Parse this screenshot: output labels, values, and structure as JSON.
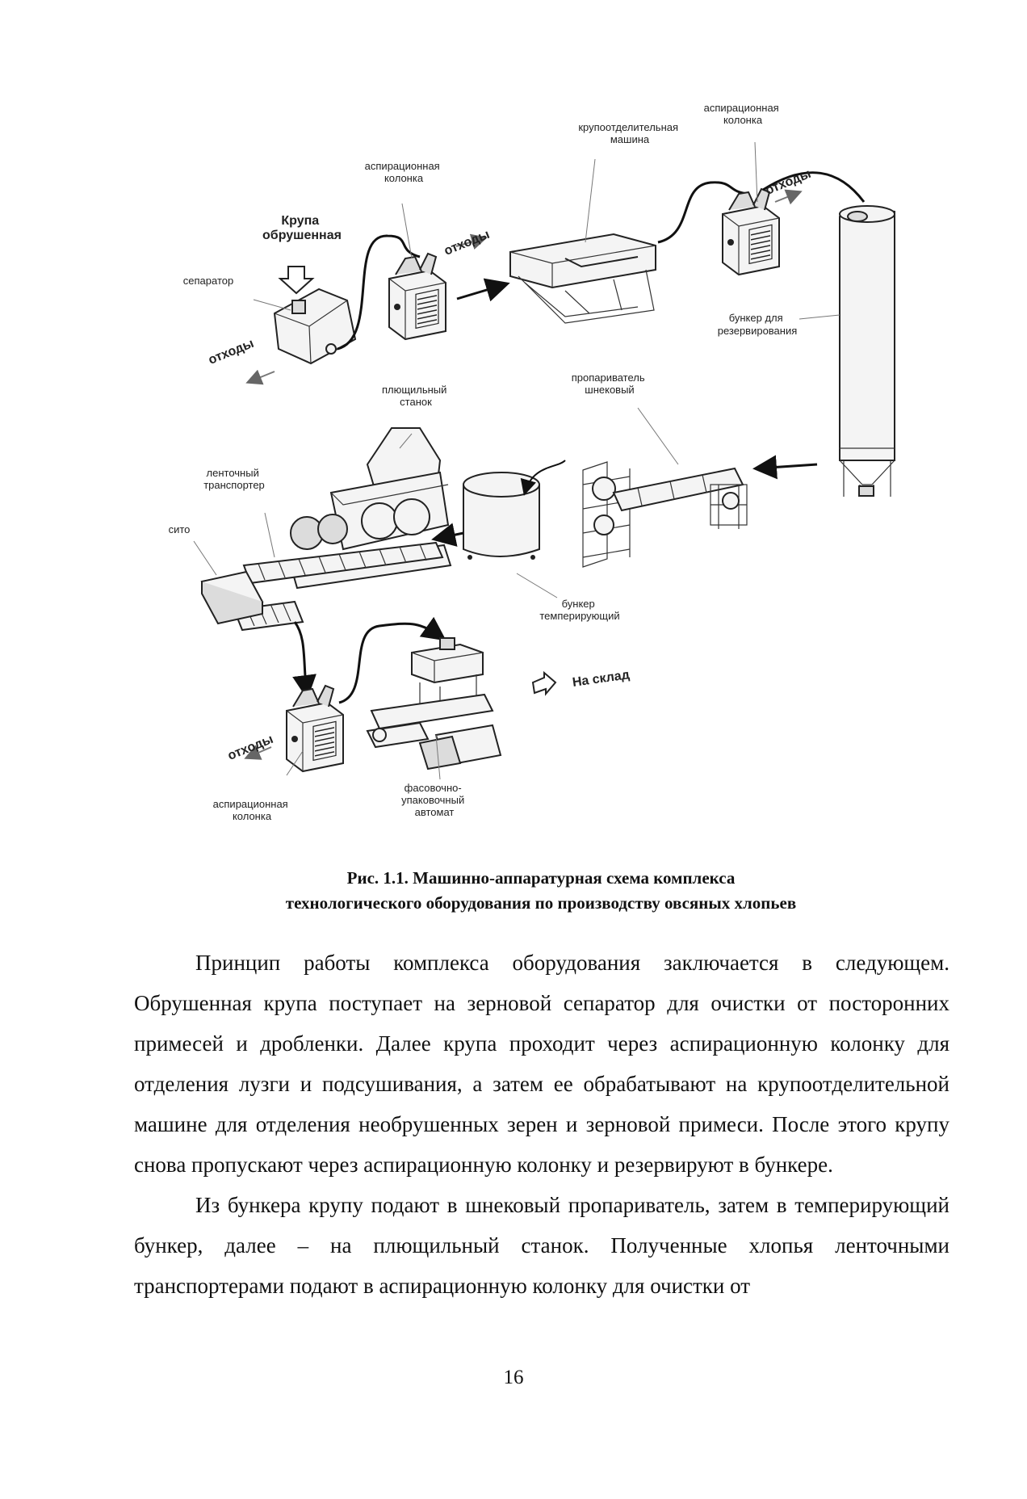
{
  "diagram": {
    "labels": {
      "groats": "Крупа\nобрушенная",
      "separator": "сепаратор",
      "waste_1": "отходы",
      "aspirator_1": "аспирационная\nколонка",
      "waste_2": "отходы",
      "sorting_machine": "крупоотделительная\nмашина",
      "aspirator_2": "аспирационная\nколонка",
      "waste_3": "отходы",
      "reserve_bin": "бункер для\nрезервирования",
      "flaking_mill": "плющильный\nстанок",
      "screw_steamer": "пропариватель\nшнековый",
      "belt_conveyor": "ленточный\nтранспортер",
      "sieve": "сито",
      "tempering_bin": "бункер\nтемперирующий",
      "to_warehouse": "На склад",
      "waste_4": "отходы",
      "aspirator_3": "аспирационная\nколонка",
      "packing_machine": "фасовочно-\nупаковочный\nавтомат"
    }
  },
  "caption": {
    "line1": "Рис. 1.1. Машинно-аппаратурная схема комплекса",
    "line2": "технологического оборудования по производству овсяных хлопьев"
  },
  "body": {
    "paragraph1": "Принцип работы комплекса оборудования заключается в следующем. Обрушенная крупа поступает на зерновой сепаратор для очистки от посторонних примесей и дробленки. Далее крупа проходит через аспирационную колонку для отделения лузги и подсушивания, а затем ее обрабатывают на крупоотделительной машине для отделения необрушенных зерен и зерновой примеси. После этого крупу снова пропускают через аспирационную колонку и резервируют в бункере.",
    "paragraph2": "Из бункера крупу подают в шнековый пропариватель, затем в темперирующий бункер, далее – на плющильный станок. Полученные хлопья ленточными транспортерами подают в аспирационную колонку для очистки от"
  },
  "page_number": "16"
}
